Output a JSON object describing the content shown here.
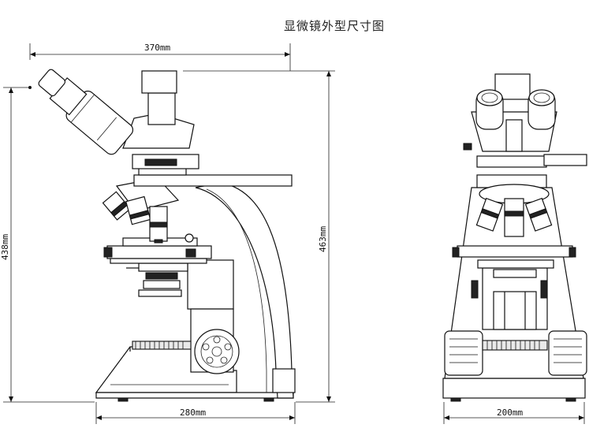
{
  "title": "显微镜外型尺寸图",
  "dimensions": {
    "side_width": "370mm",
    "side_base": "280mm",
    "side_height_left": "438mm",
    "side_height_right": "463mm",
    "front_base": "200mm"
  }
}
